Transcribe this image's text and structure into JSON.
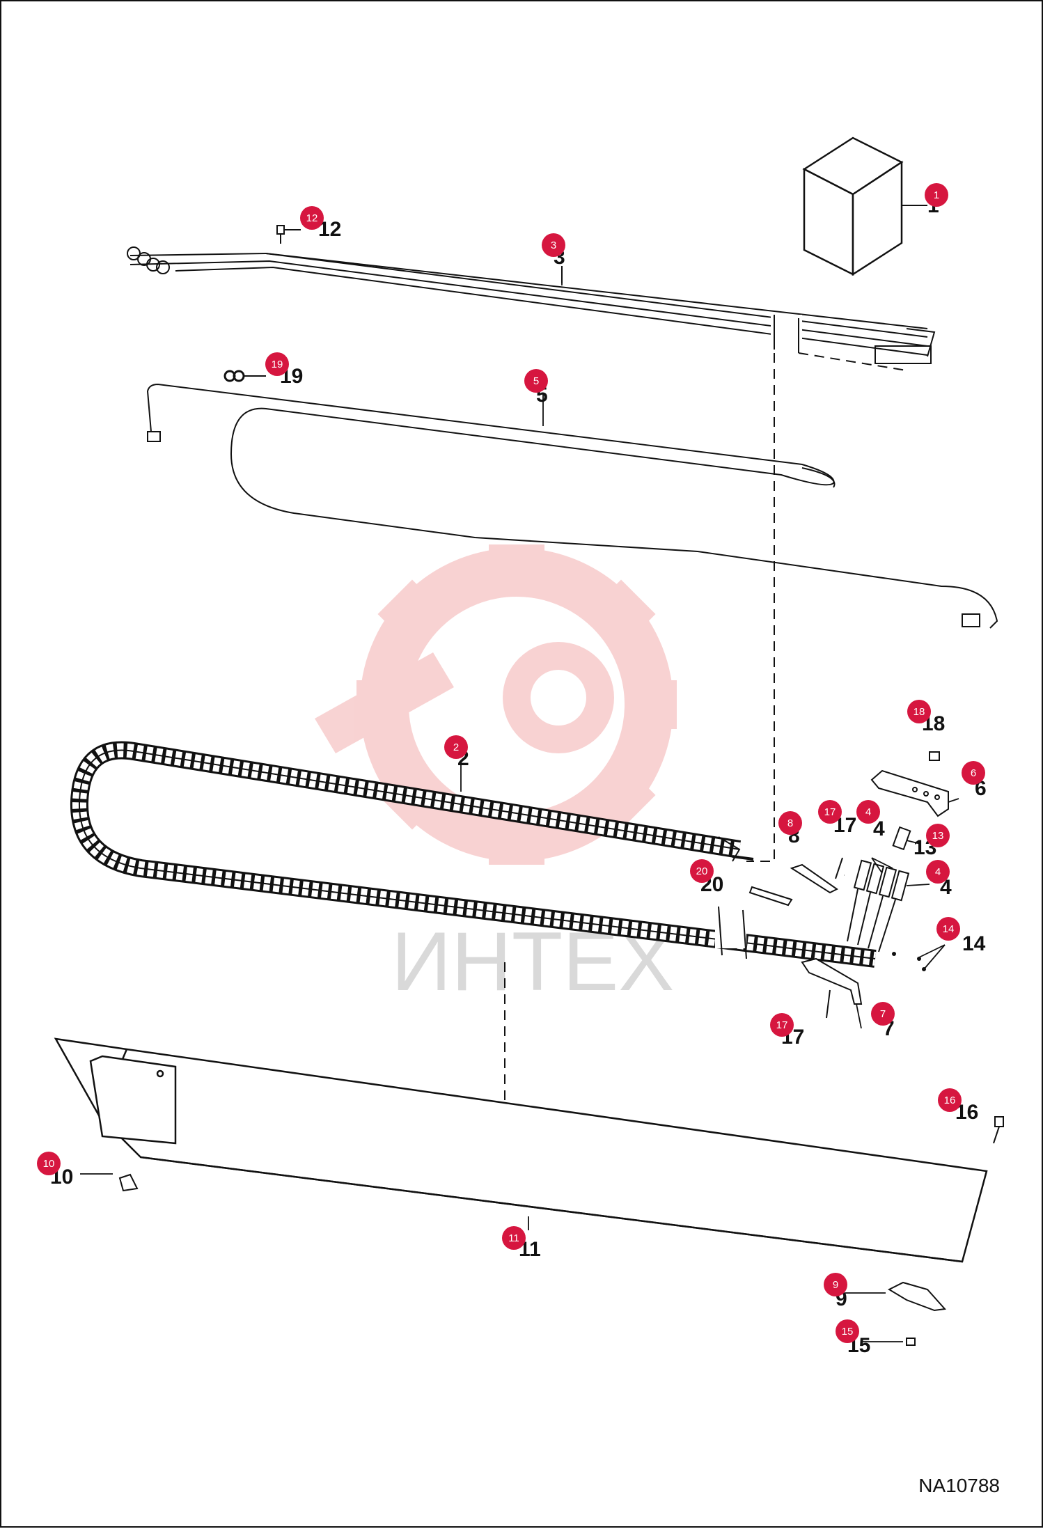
{
  "drawing_number": "NA10788",
  "watermark_text": "ИНТЕХ",
  "colors": {
    "badge": "#d6163f",
    "watermark": "#f6c4c4",
    "line": "#111111"
  },
  "parts": [
    {
      "n": "1"
    },
    {
      "n": "2"
    },
    {
      "n": "3"
    },
    {
      "n": "4"
    },
    {
      "n": "5"
    },
    {
      "n": "6"
    },
    {
      "n": "7"
    },
    {
      "n": "8"
    },
    {
      "n": "9"
    },
    {
      "n": "10"
    },
    {
      "n": "11"
    },
    {
      "n": "12"
    },
    {
      "n": "13"
    },
    {
      "n": "14"
    },
    {
      "n": "15"
    },
    {
      "n": "16"
    },
    {
      "n": "17"
    },
    {
      "n": "18"
    },
    {
      "n": "19"
    },
    {
      "n": "20"
    }
  ]
}
